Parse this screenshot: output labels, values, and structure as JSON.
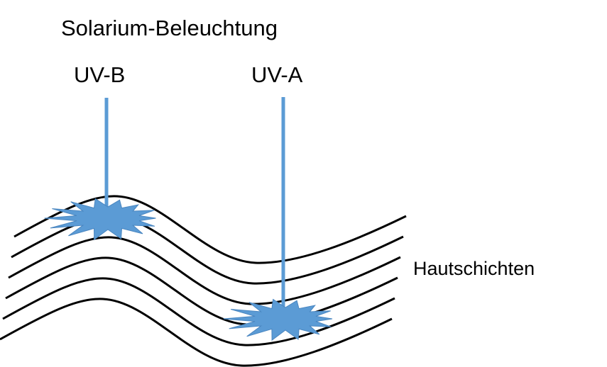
{
  "title": "Solarium-Beleuchtung",
  "beams": [
    {
      "label": "UV-B",
      "penetration": "shallow"
    },
    {
      "label": "UV-A",
      "penetration": "deep"
    }
  ],
  "layers_label": "Hautschichten",
  "layer_count": 6,
  "colors": {
    "beam": "#5B9BD5",
    "layer": "#000000",
    "text": "#000000"
  }
}
